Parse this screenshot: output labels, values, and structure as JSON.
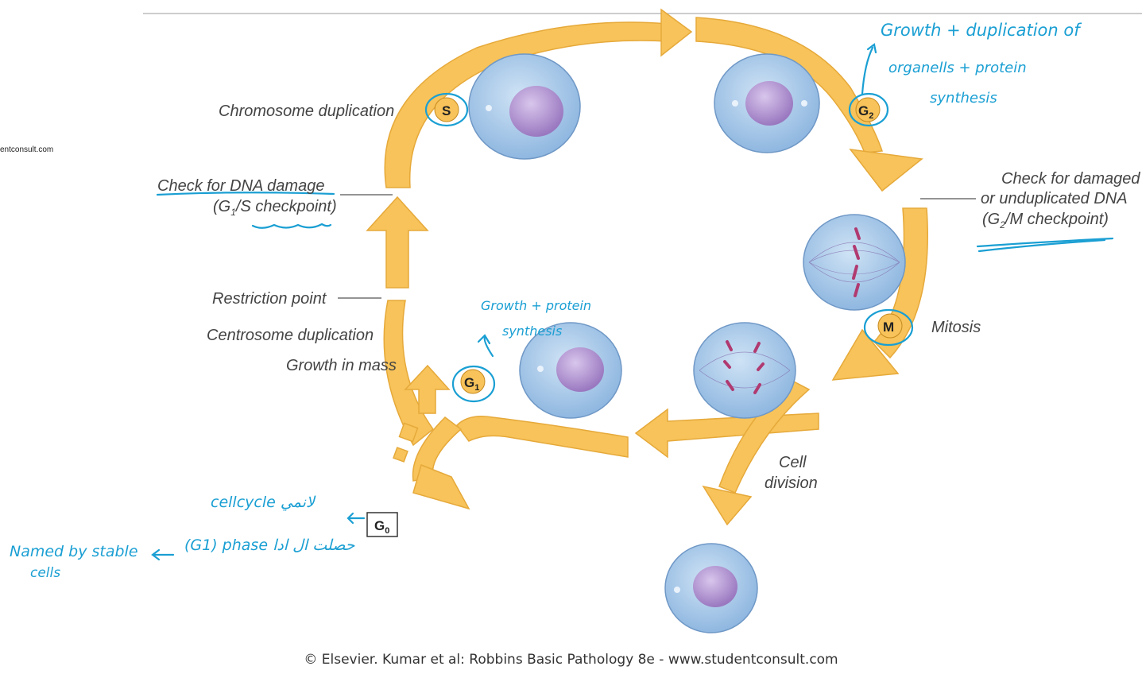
{
  "side_text": "entconsult.com",
  "phases": {
    "s": "S",
    "g2": "G",
    "g2_sub": "2",
    "m": "M",
    "g1": "G",
    "g1_sub": "1",
    "g0": "G",
    "g0_sub": "0"
  },
  "labels": {
    "chromosome_duplication": "Chromosome duplication",
    "check_dna_1": "Check for DNA damage",
    "check_dna_2a": "(G",
    "check_dna_2sub": "1",
    "check_dna_2b": "/S checkpoint)",
    "check_damaged_1": "Check for damaged",
    "check_damaged_2": "or unduplicated DNA",
    "check_damaged_3a": "(G",
    "check_damaged_3sub": "2",
    "check_damaged_3b": "/M checkpoint)",
    "restriction_point": "Restriction point",
    "centrosome_duplication": "Centrosome duplication",
    "growth_in_mass": "Growth in mass",
    "mitosis": "Mitosis",
    "cell": "Cell",
    "division": "division"
  },
  "annotations": {
    "g2_note_1": "Growth + duplication of",
    "g2_note_2": "organells + protein",
    "g2_note_3": "synthesis",
    "g1_note_1": "Growth + protein",
    "g1_note_2": "synthesis",
    "g0_note_1": "cellcycle لانمي",
    "g0_note_2": "(G1) phase حصلت ال ادا",
    "stable_1": "Named by stable",
    "stable_2": "cells"
  },
  "footer": "© Elsevier. Kumar et al: Robbins Basic Pathology 8e - www.studentconsult.com",
  "colors": {
    "arrow": "#f7c35a",
    "arrow_edge": "#e6a93a",
    "cell": "#a9cbea",
    "nucleus": "#a78bc7",
    "ink": "#1a9fd3"
  }
}
